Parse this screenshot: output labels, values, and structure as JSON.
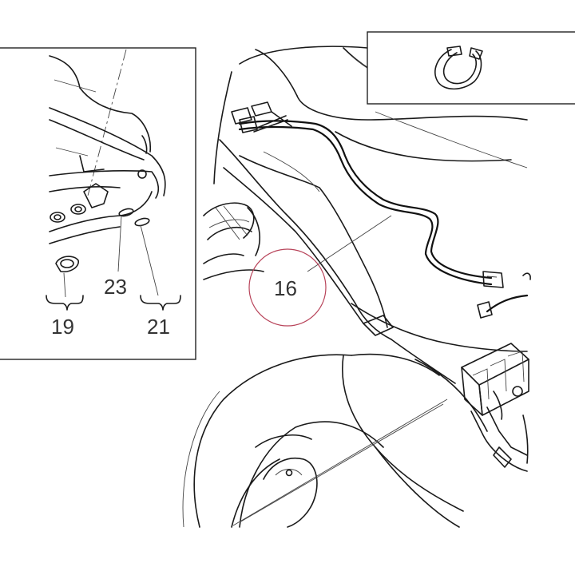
{
  "callouts": {
    "harness": "16",
    "washer": "19",
    "ring": "23",
    "grommet": "21"
  },
  "colors": {
    "line": "#1a1a1a",
    "callout_circle": "#b8445a",
    "text": "#333333"
  },
  "icons": [
    "harness-clip-icon"
  ]
}
